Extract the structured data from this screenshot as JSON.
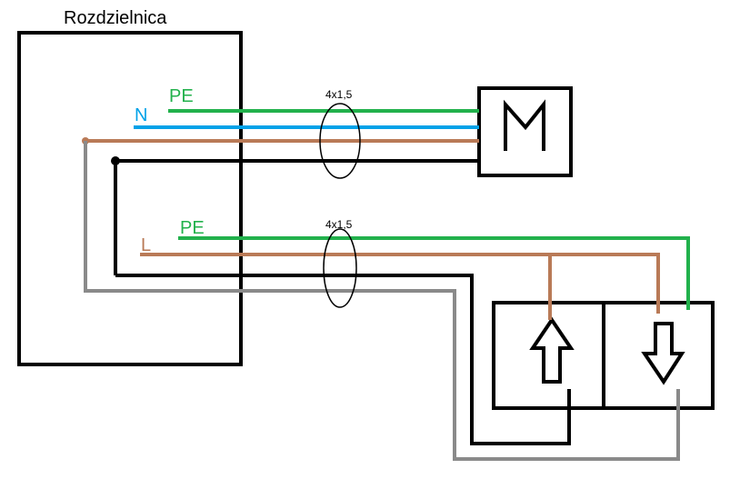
{
  "panel": {
    "title": "Rozdzielnica"
  },
  "motor": {
    "label": "M"
  },
  "motor_cable": {
    "pe_label": "PE",
    "n_label": "N",
    "cable_spec": "4x1,5"
  },
  "switch_cable": {
    "pe_label": "PE",
    "l_label": "L",
    "cable_spec": "4x1,5"
  },
  "switch": {
    "up_label": "up-arrow",
    "down_label": "down-arrow"
  },
  "colors": {
    "pe": "#22b14c",
    "neutral": "#00a2e8",
    "brown": "#b97a57",
    "black": "#000000",
    "gray": "#8a8a8a"
  }
}
